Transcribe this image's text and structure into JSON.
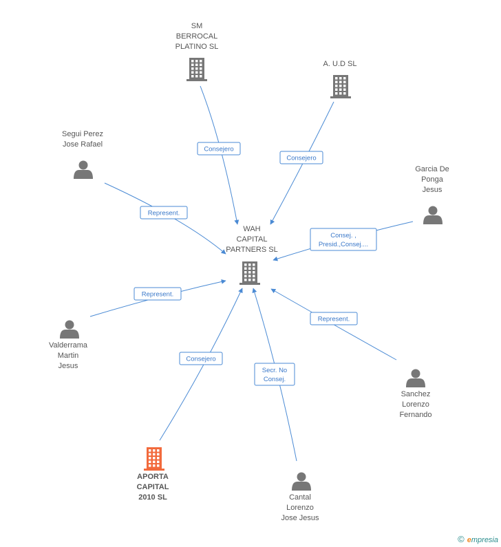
{
  "colors": {
    "edge": "#4a8ad4",
    "company_icon": "#777777",
    "focus_company_icon": "#f26a3c",
    "person_icon": "#777777",
    "label_text": "#555555",
    "edge_label_text": "#3a78c9"
  },
  "nodes": [
    {
      "id": "wah",
      "type": "company",
      "focus": false,
      "label_lines": [
        "WAH",
        "CAPITAL",
        "PARTNERS SL"
      ]
    },
    {
      "id": "sm",
      "type": "company",
      "focus": false,
      "label_lines": [
        "SM",
        "BERROCAL",
        "PLATINO SL"
      ]
    },
    {
      "id": "aud",
      "type": "company",
      "focus": false,
      "label_lines": [
        "A. U.D SL"
      ]
    },
    {
      "id": "segui",
      "type": "person",
      "focus": false,
      "label_lines": [
        "Segui Perez",
        "Jose Rafael"
      ]
    },
    {
      "id": "garcia",
      "type": "person",
      "focus": false,
      "label_lines": [
        "Garcia De",
        "Ponga",
        "Jesus"
      ]
    },
    {
      "id": "valderrama",
      "type": "person",
      "focus": false,
      "label_lines": [
        "Valderrama",
        "Martin",
        "Jesus"
      ]
    },
    {
      "id": "sanchez",
      "type": "person",
      "focus": false,
      "label_lines": [
        "Sanchez",
        "Lorenzo",
        "Fernando"
      ]
    },
    {
      "id": "aporta",
      "type": "company",
      "focus": true,
      "label_lines": [
        "APORTA",
        "CAPITAL",
        "2010 SL"
      ]
    },
    {
      "id": "cantal",
      "type": "person",
      "focus": false,
      "label_lines": [
        "Cantal",
        "Lorenzo",
        "Jose Jesus"
      ]
    }
  ],
  "edges": [
    {
      "from": "sm",
      "to": "wah",
      "label_lines": [
        "Consejero"
      ]
    },
    {
      "from": "aud",
      "to": "wah",
      "label_lines": [
        "Consejero"
      ]
    },
    {
      "from": "segui",
      "to": "wah",
      "label_lines": [
        "Represent."
      ]
    },
    {
      "from": "garcia",
      "to": "wah",
      "label_lines": [
        "Consej. ,",
        "Presid.,Consej...."
      ]
    },
    {
      "from": "valderrama",
      "to": "wah",
      "label_lines": [
        "Represent."
      ]
    },
    {
      "from": "sanchez",
      "to": "wah",
      "label_lines": [
        "Represent."
      ]
    },
    {
      "from": "aporta",
      "to": "wah",
      "label_lines": [
        "Consejero"
      ]
    },
    {
      "from": "cantal",
      "to": "wah",
      "label_lines": [
        "Secr.  No",
        "Consej."
      ]
    }
  ],
  "brand": {
    "copyright": "©",
    "e": "e",
    "rest": "mpresia"
  }
}
